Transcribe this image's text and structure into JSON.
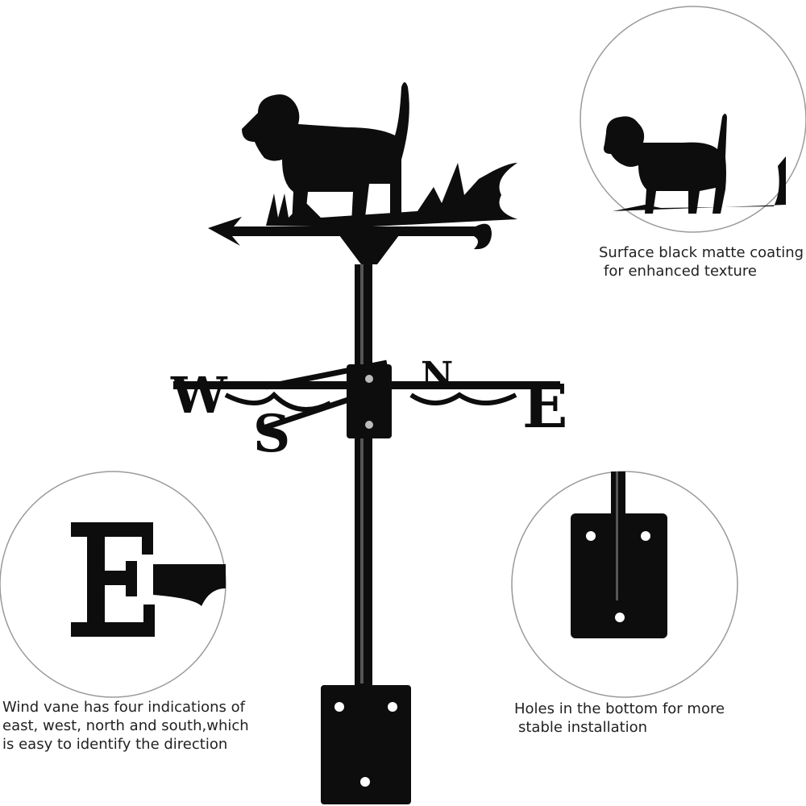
{
  "product": {
    "compass_letters": {
      "west": "W",
      "east": "E",
      "north": "N",
      "south": "S"
    },
    "colors": {
      "metal": "#0d0d0d",
      "circle_border": "#9a9a9a",
      "text": "#222222"
    }
  },
  "callouts": {
    "coating": {
      "line1": "Surface black matte coating",
      "line2": "for enhanced texture"
    },
    "directions": {
      "line1": "Wind vane has four indications of",
      "line2": "east, west, north and south,which",
      "line3": "is easy to identify the direction"
    },
    "holes": {
      "line1": "Holes in the bottom for more",
      "line2": "stable installation"
    }
  }
}
